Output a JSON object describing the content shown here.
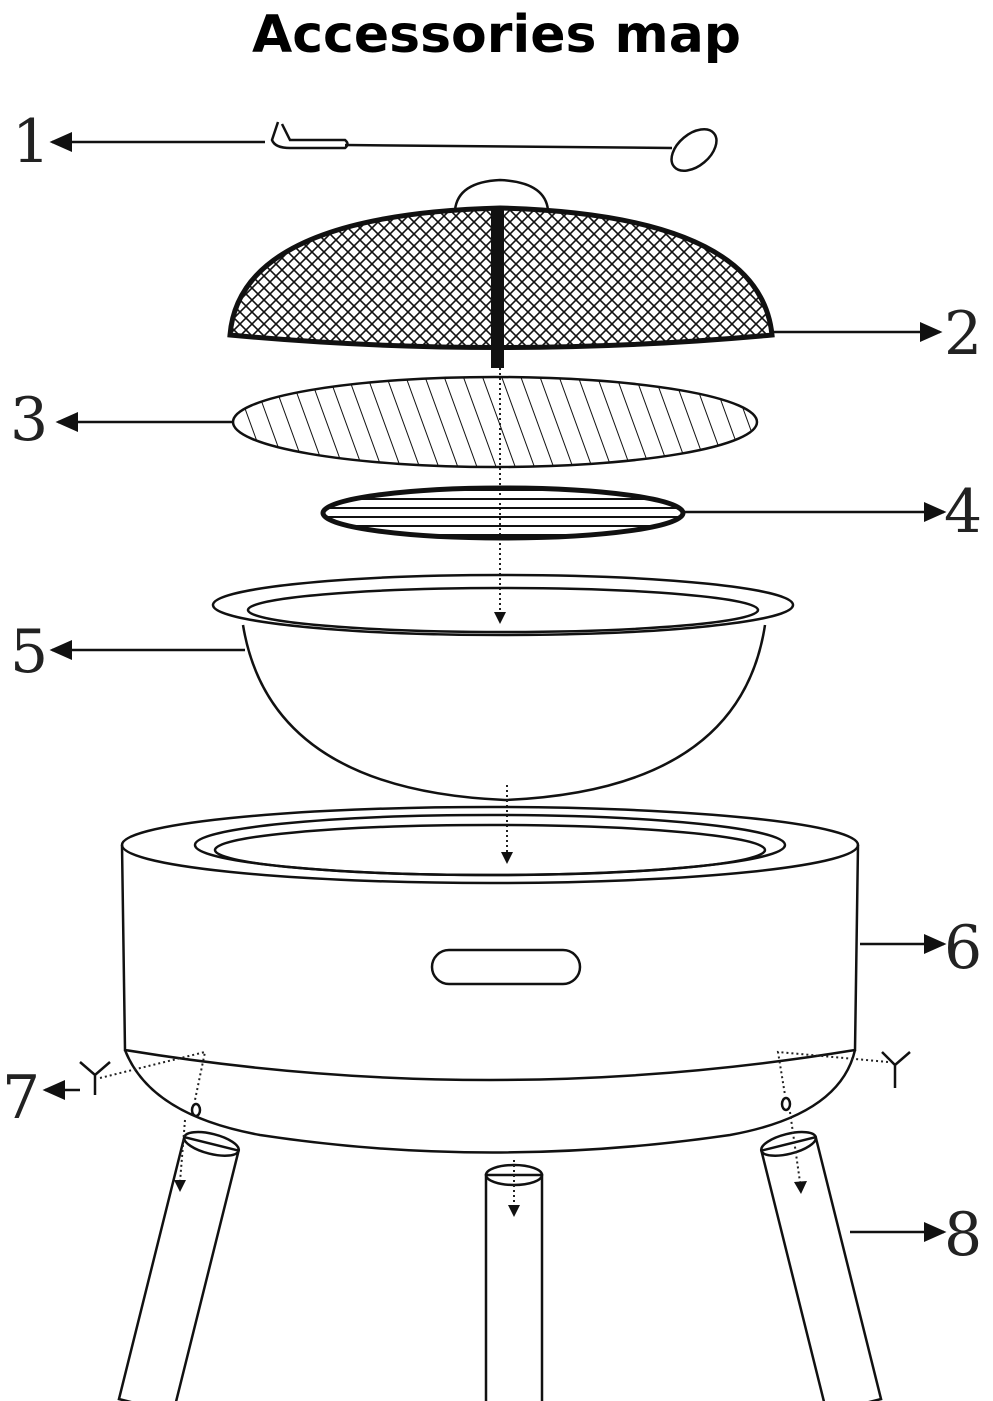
{
  "title": "Accessories map",
  "callouts": [
    "1",
    "2",
    "3",
    "4",
    "5",
    "6",
    "7",
    "8"
  ],
  "colors": {
    "line": "#111111",
    "background": "#ffffff"
  }
}
